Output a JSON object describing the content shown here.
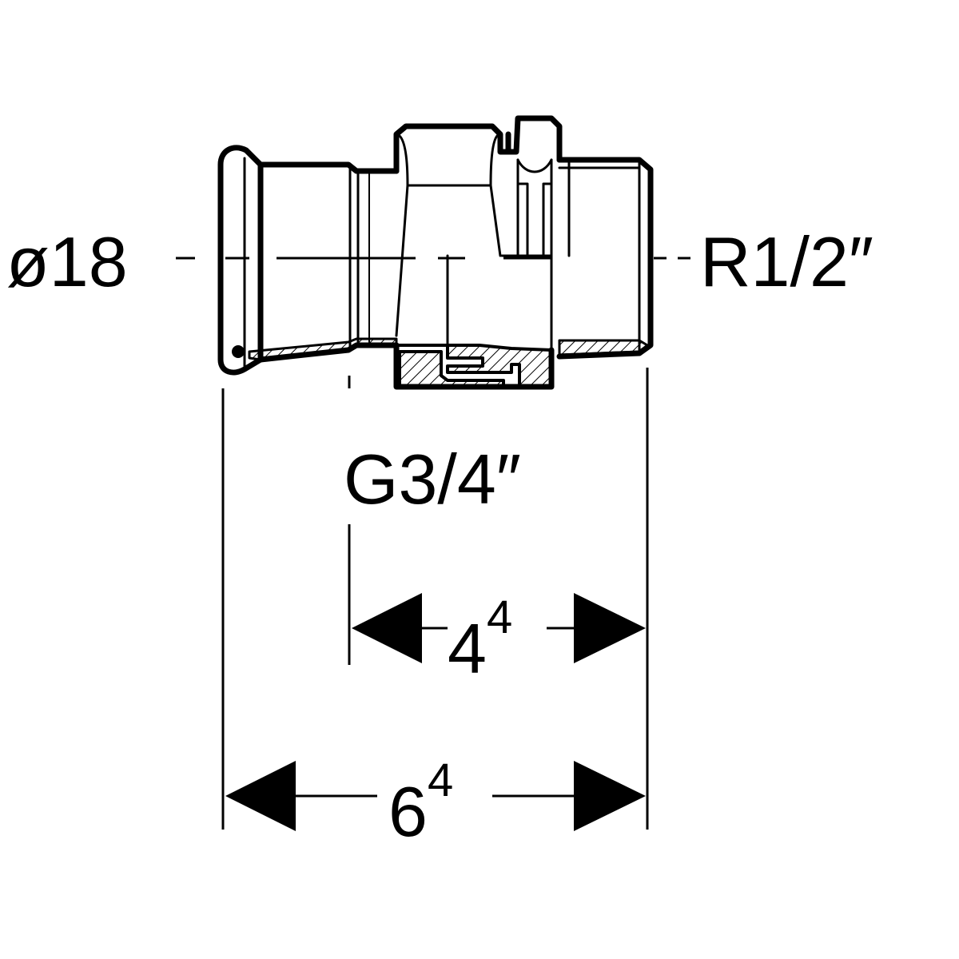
{
  "colors": {
    "line": "#000000",
    "background": "#ffffff"
  },
  "labels": {
    "left_diameter": "ø18",
    "right_thread": "R1/2″",
    "union_thread": "G3/4″"
  },
  "dimensions": {
    "inner": {
      "base": "4",
      "sup": "4"
    },
    "overall": {
      "base": "6",
      "sup": "4"
    }
  }
}
